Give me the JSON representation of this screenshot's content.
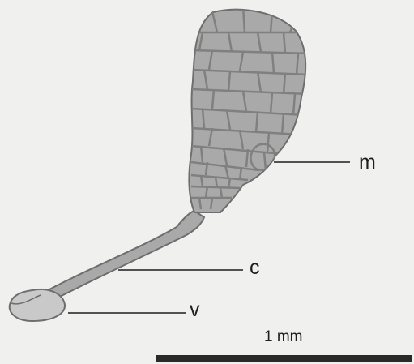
{
  "figure": {
    "labels": {
      "m": "m",
      "c": "c",
      "v": "v"
    },
    "scale_bar": {
      "label": "1 mm"
    },
    "colors": {
      "background": "#f0f0ee",
      "specimen_fill": "#a9a9a9",
      "specimen_outline": "#6e6e6e",
      "cell_wall": "#808080",
      "leader_line": "#1e1e1e",
      "scale_bar": "#2a2a2a"
    }
  }
}
